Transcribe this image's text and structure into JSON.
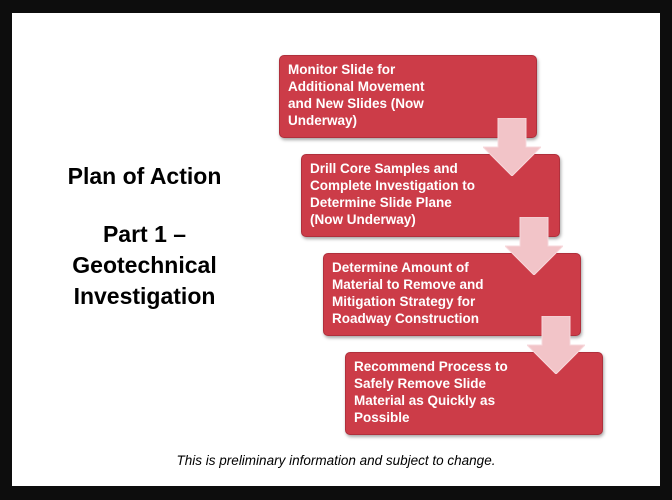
{
  "slide": {
    "title": {
      "line1": "Plan of Action",
      "line2": "Part 1 –",
      "line3": "Geotechnical",
      "line4": "Investigation"
    },
    "steps": [
      {
        "lines": [
          "Monitor Slide for",
          "Additional Movement",
          "and New Slides (Now",
          "Underway)"
        ]
      },
      {
        "lines": [
          "Drill Core Samples and",
          "Complete Investigation to",
          "Determine Slide Plane",
          "(Now Underway)"
        ]
      },
      {
        "lines": [
          "Determine Amount of",
          "Material to Remove and",
          "Mitigation Strategy for",
          "Roadway Construction"
        ]
      },
      {
        "lines": [
          "Recommend Process to",
          "Safely Remove Slide",
          "Material as Quickly as",
          "Possible"
        ]
      }
    ],
    "footnote": "This is preliminary information and subject to change."
  },
  "colors": {
    "step_fill": "#cc3c48",
    "arrow_fill": "#f2c4c8",
    "background": "#0d0d0d"
  }
}
